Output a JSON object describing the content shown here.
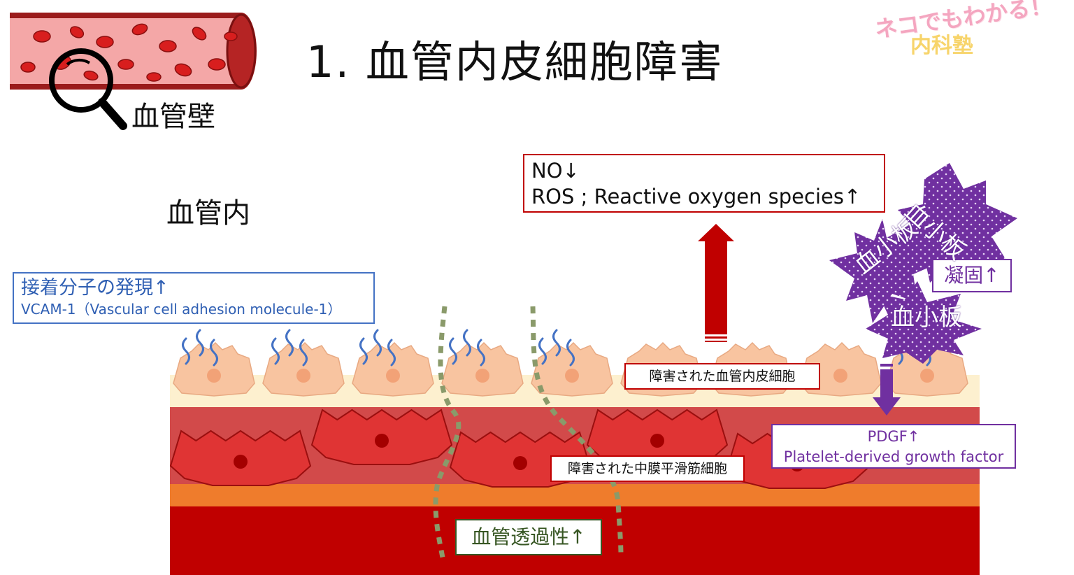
{
  "title": "1.  血管内皮細胞障害",
  "header": {
    "wall_label": "血管壁",
    "lumen_label": "血管内",
    "icon": "magnifier-icon"
  },
  "logo": {
    "line1": "ネコでもわかる！",
    "line2": "内科塾"
  },
  "labels": {
    "adhesion_title": "接着分子の発現↑",
    "adhesion_detail": "VCAM-1（Vascular cell adhesion molecule-1）",
    "ros_line1": "NO↓",
    "ros_line2": "ROS ; Reactive oxygen species↑",
    "damaged_endothelium": "障害された血管内皮細胞",
    "damaged_smooth_muscle": "障害された中膜平滑筋細胞",
    "permeability": "血管透過性↑",
    "pdgf_line1": "PDGF↑",
    "pdgf_line2": "Platelet-derived growth factor",
    "coagulation": "凝固↑",
    "platelet_1": "血小板",
    "platelet_2": "血小板",
    "platelet_3": "血小板"
  },
  "colors": {
    "endothelium_layer": "#fdf0cf",
    "endothelial_cell": "#f8c4a0",
    "smooth_muscle_layer": "#d24a4a",
    "smooth_muscle_cell": "#e03434",
    "adventitia_band": "#ef7c2c",
    "deep_layer": "#c00000",
    "vcam_box": "#4472c4",
    "alert_red": "#c00000",
    "platelet_purple": "#7030a0",
    "permeability_green": "#375623",
    "permeability_dash": "#8a9a6a"
  }
}
